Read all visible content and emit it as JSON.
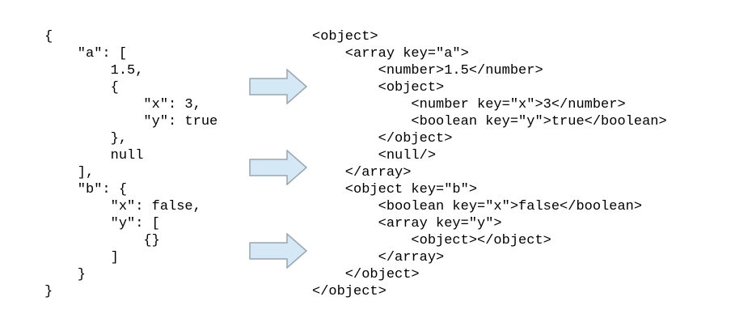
{
  "json_panel": {
    "language": "JSON",
    "lines": [
      "{",
      "    \"a\": [",
      "        1.5,",
      "        {",
      "            \"x\": 3,",
      "            \"y\": true",
      "        },",
      "        null",
      "    ],",
      "    \"b\": {",
      "        \"x\": false,",
      "        \"y\": [",
      "            {}",
      "        ]",
      "    }",
      "}"
    ]
  },
  "xml_panel": {
    "language": "XML",
    "lines": [
      "<object>",
      "    <array key=\"a\">",
      "        <number>1.5</number>",
      "        <object>",
      "            <number key=\"x\">3</number>",
      "            <boolean key=\"y\">true</boolean>",
      "        </object>",
      "        <null/>",
      "    </array>",
      "    <object key=\"b\">",
      "        <boolean key=\"x\">false</boolean>",
      "        <array key=\"y\">",
      "            <object></object>",
      "        </array>",
      "    </object>",
      "</object>"
    ]
  },
  "arrows": [
    {
      "icon": "right-arrow",
      "direction": "right"
    },
    {
      "icon": "right-arrow",
      "direction": "right"
    },
    {
      "icon": "right-arrow",
      "direction": "right"
    }
  ],
  "colors": {
    "background": "#ffffff",
    "text": "#000000",
    "arrow_fill": "#d5e8f5",
    "arrow_border": "#9aa5ad"
  }
}
